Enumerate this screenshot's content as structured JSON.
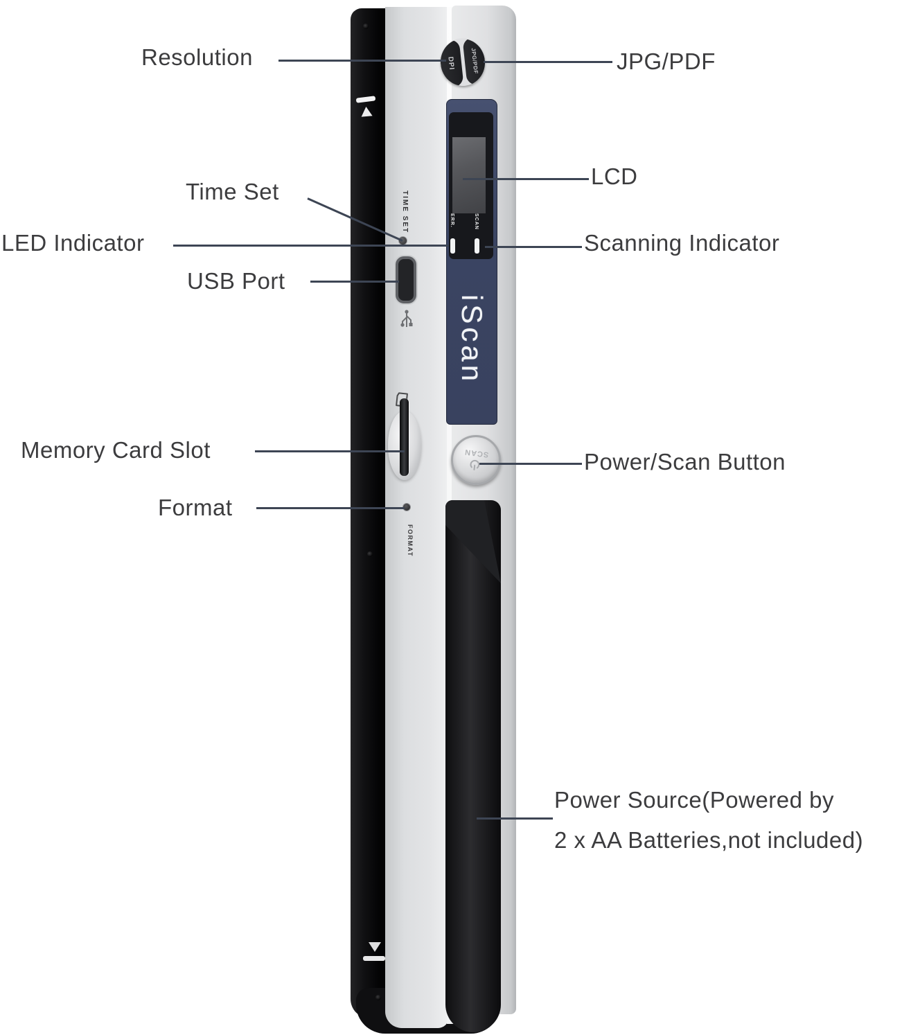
{
  "callouts": {
    "resolution": "Resolution",
    "jpg_pdf": "JPG/PDF",
    "time_set": "Time Set",
    "lcd": "LCD",
    "led_indicator": "LED Indicator",
    "scanning_indicator": "Scanning Indicator",
    "usb_port": "USB Port",
    "memory_card_slot": "Memory Card Slot",
    "power_scan_button": "Power/Scan Button",
    "format": "Format",
    "power_source_line1": "Power Source(Powered by",
    "power_source_line2": "2 x AA Batteries,not included)"
  },
  "device": {
    "brand": "iScan",
    "dpi_button": "DPI",
    "jpg_pdf_button": "JPG/PDF",
    "time_set_marking": "TIME SET",
    "err_marking": "ERR.",
    "scan_marking": "SCAN",
    "format_marking": "FORMAT",
    "power_button_label": "SCAN"
  },
  "colors": {
    "background": "#ffffff",
    "callout_line": "#3d4554",
    "label_text": "#3c3c3e",
    "brand_panel_navy": "#3b4563",
    "device_black": "#151517",
    "device_silver": "#d9dbdd",
    "lcd_screen_gray": "#505155",
    "indicator_white": "#f2f3f4"
  }
}
